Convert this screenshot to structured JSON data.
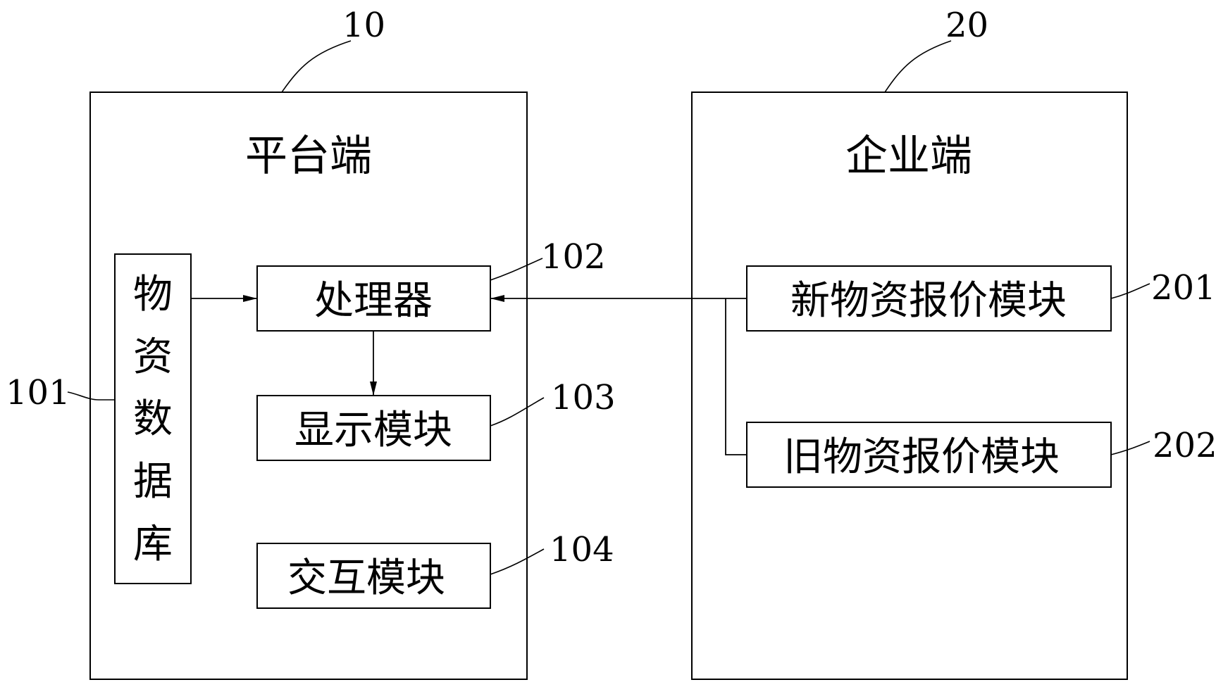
{
  "platform": {
    "ref": "10",
    "title": "平台端",
    "modules": {
      "database": {
        "ref": "101",
        "label": "物资数据库",
        "chars": [
          "物",
          "资",
          "数",
          "据",
          "库"
        ]
      },
      "processor": {
        "ref": "102",
        "label": "处理器"
      },
      "display": {
        "ref": "103",
        "label": "显示模块"
      },
      "interaction": {
        "ref": "104",
        "label": "交互模块"
      }
    }
  },
  "enterprise": {
    "ref": "20",
    "title": "企业端",
    "modules": {
      "new_quote": {
        "ref": "201",
        "label": "新物资报价模块"
      },
      "old_quote": {
        "ref": "202",
        "label": "旧物资报价模块"
      }
    }
  }
}
